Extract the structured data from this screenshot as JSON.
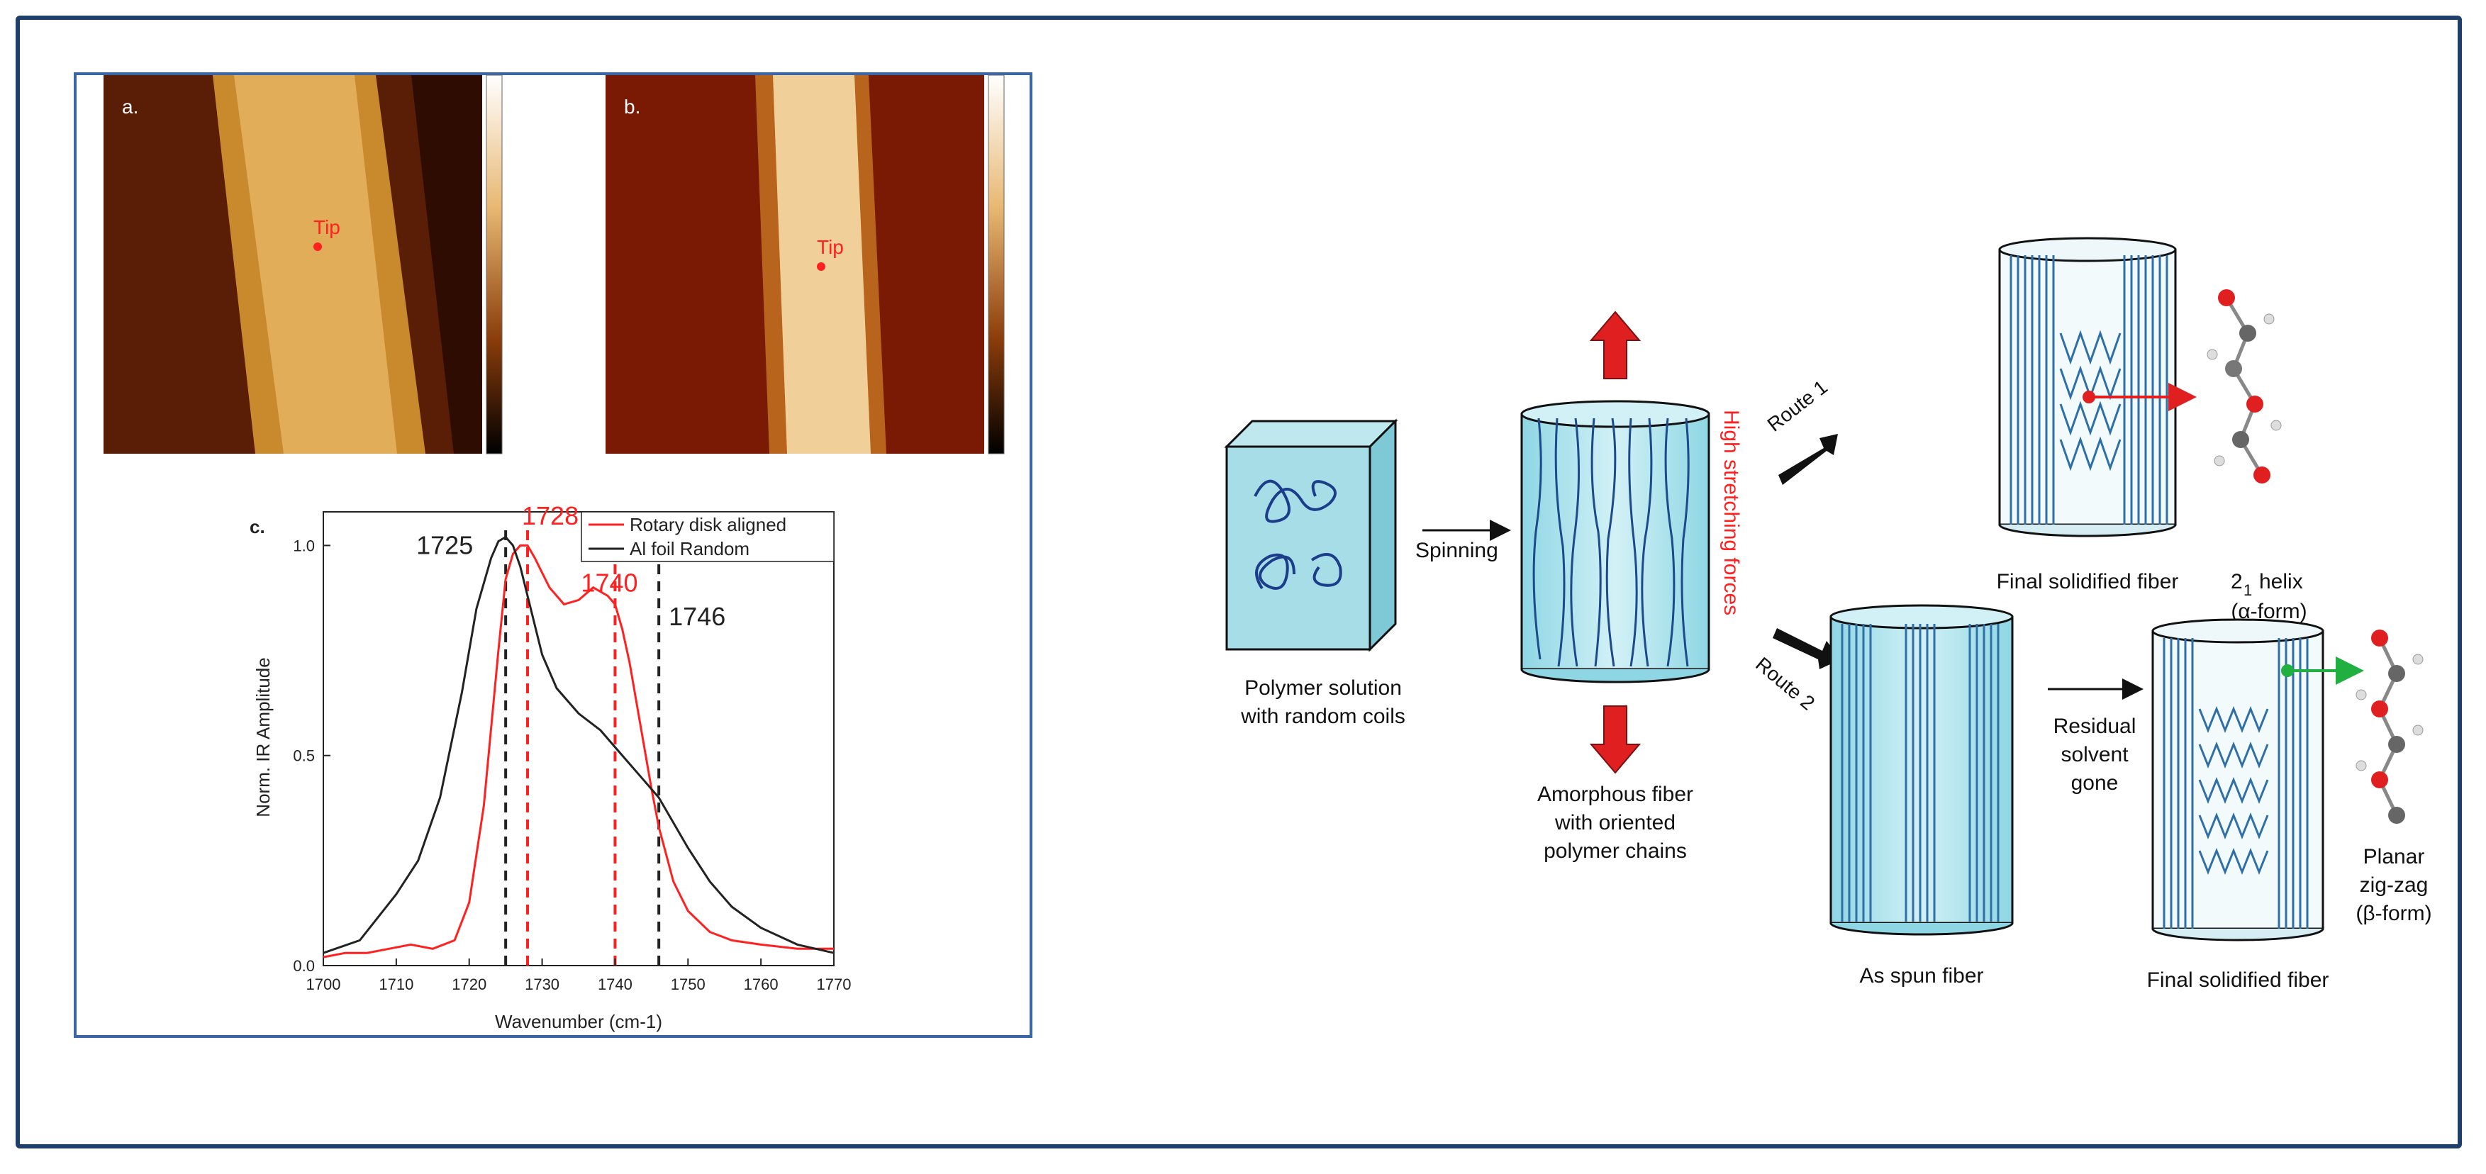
{
  "panel_a": {
    "label": "a.",
    "tip": "Tip"
  },
  "panel_b": {
    "label": "b.",
    "tip": "Tip"
  },
  "panel_c": {
    "label": "c."
  },
  "chart_data": {
    "type": "line",
    "xlabel": "Wavenumber (cm-1)",
    "ylabel": "Norm. IR Amplitude",
    "xlim": [
      1700,
      1770
    ],
    "ylim": [
      0.0,
      1.08
    ],
    "xticks": [
      1700,
      1710,
      1720,
      1730,
      1740,
      1750,
      1760,
      1770
    ],
    "yticks": [
      0.0,
      0.5,
      1.0
    ],
    "legend_position": "top-right",
    "series": [
      {
        "name": "Rotary disk aligned",
        "color": "#ff2020",
        "x": [
          1700,
          1703,
          1706,
          1709,
          1712,
          1715,
          1718,
          1720,
          1722,
          1724,
          1725,
          1726,
          1727,
          1728,
          1729,
          1731,
          1733,
          1735,
          1737,
          1739,
          1740,
          1741,
          1742,
          1743,
          1744,
          1745,
          1746,
          1748,
          1750,
          1753,
          1756,
          1760,
          1765,
          1770
        ],
        "y": [
          0.02,
          0.03,
          0.03,
          0.04,
          0.05,
          0.04,
          0.06,
          0.15,
          0.38,
          0.75,
          0.92,
          0.98,
          1.0,
          1.0,
          0.97,
          0.9,
          0.86,
          0.87,
          0.9,
          0.88,
          0.86,
          0.8,
          0.72,
          0.62,
          0.52,
          0.42,
          0.33,
          0.2,
          0.13,
          0.08,
          0.06,
          0.05,
          0.04,
          0.04
        ]
      },
      {
        "name": "Al foil Random",
        "color": "#222222",
        "x": [
          1700,
          1705,
          1710,
          1713,
          1716,
          1719,
          1721,
          1723,
          1724,
          1725,
          1726,
          1727,
          1728,
          1730,
          1732,
          1735,
          1738,
          1740,
          1742,
          1744,
          1746,
          1748,
          1750,
          1753,
          1756,
          1760,
          1765,
          1770
        ],
        "y": [
          0.03,
          0.06,
          0.17,
          0.25,
          0.4,
          0.65,
          0.85,
          0.97,
          1.01,
          1.02,
          1.0,
          0.95,
          0.88,
          0.74,
          0.66,
          0.6,
          0.56,
          0.52,
          0.48,
          0.44,
          0.4,
          0.34,
          0.28,
          0.2,
          0.14,
          0.09,
          0.05,
          0.03
        ]
      }
    ],
    "annotations": [
      {
        "text": "1725",
        "x": 1725,
        "color": "#222222"
      },
      {
        "text": "1728",
        "x": 1728,
        "color": "#ff2020"
      },
      {
        "text": "1740",
        "x": 1740,
        "color": "#ff2020"
      },
      {
        "text": "1746",
        "x": 1746,
        "color": "#222222"
      }
    ]
  },
  "scheme": {
    "polymer_solution": [
      "Polymer solution",
      "with random coils"
    ],
    "spinning": "Spinning",
    "amorphous_fiber": [
      "Amorphous fiber",
      "with oriented",
      "polymer chains"
    ],
    "high_stretching": "High stretching forces",
    "route1": "Route 1",
    "route2": "Route 2",
    "final_fiber_top": "Final solidified fiber",
    "helix": [
      "helix",
      "(α-form)"
    ],
    "helix_num": "2",
    "helix_sub": "1",
    "as_spun": "As spun fiber",
    "residual": [
      "Residual",
      "solvent",
      "gone"
    ],
    "final_fiber_bottom": "Final solidified fiber",
    "zigzag": [
      "Planar",
      "zig-zag",
      "(β-form)"
    ]
  }
}
